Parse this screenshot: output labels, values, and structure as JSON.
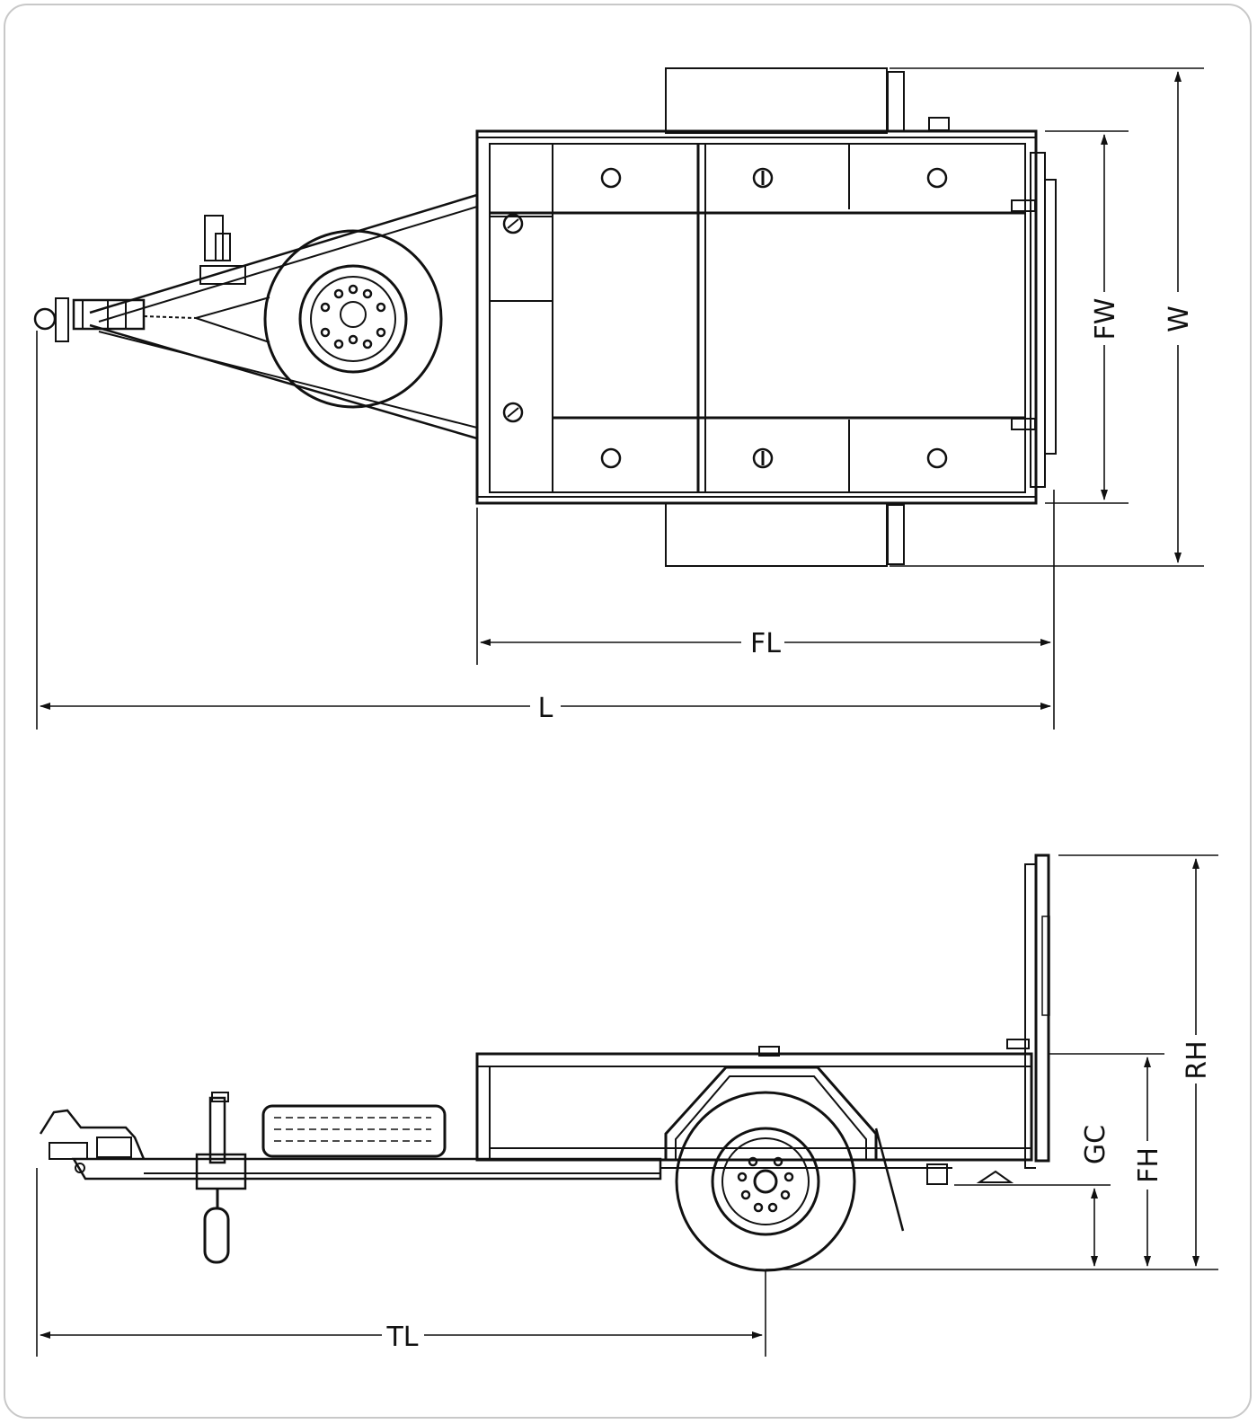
{
  "colors": {
    "ink": "#111111",
    "frame": "#c8c8c8",
    "background": "#ffffff"
  },
  "top_view": {
    "dimensions": {
      "overall_width": "W",
      "floor_width": "FW",
      "floor_length": "FL",
      "overall_length": "L"
    }
  },
  "side_view": {
    "dimensions": {
      "ramp_height": "RH",
      "floor_height": "FH",
      "ground_clearance": "GC",
      "tongue_length": "TL"
    }
  }
}
